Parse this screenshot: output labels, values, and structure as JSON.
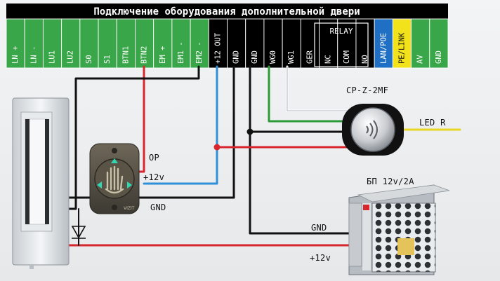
{
  "header": {
    "title": "Подключение оборудования дополнительной двери"
  },
  "relay_label": "RELAY",
  "terminals": [
    {
      "label": "LN +",
      "color": "#3aa64a"
    },
    {
      "label": "LN -",
      "color": "#3aa64a"
    },
    {
      "label": "LU1",
      "color": "#3aa64a"
    },
    {
      "label": "LU2",
      "color": "#3aa64a"
    },
    {
      "label": "S0",
      "color": "#3aa64a"
    },
    {
      "label": "S1",
      "color": "#3aa64a"
    },
    {
      "label": "BTN1",
      "color": "#3aa64a"
    },
    {
      "label": "BTN2",
      "color": "#3aa64a"
    },
    {
      "label": "EM +",
      "color": "#3aa64a"
    },
    {
      "label": "EM1 -",
      "color": "#3aa64a"
    },
    {
      "label": "EM2 -",
      "color": "#3aa64a"
    },
    {
      "label": "+12 OUT",
      "color": "#000000"
    },
    {
      "label": "GND",
      "color": "#000000"
    },
    {
      "label": "GND",
      "color": "#000000"
    },
    {
      "label": "WG0",
      "color": "#000000"
    },
    {
      "label": "WG1",
      "color": "#000000"
    },
    {
      "label": "GER",
      "color": "#000000"
    },
    {
      "label": "NC",
      "color": "#000000"
    },
    {
      "label": "COM",
      "color": "#000000"
    },
    {
      "label": "NO",
      "color": "#000000"
    },
    {
      "label": "LAN/POE",
      "color": "#1f6fc4"
    },
    {
      "label": "PE/LINK",
      "color": "#f2e21c"
    },
    {
      "label": "AV",
      "color": "#3aa64a"
    },
    {
      "label": "GND",
      "color": "#3aa64a"
    }
  ],
  "devices": {
    "reader_label": "CP-Z-2MF",
    "psu_label": "БП 12v/2A",
    "button_brand": "VIZIT",
    "led_r": "LED R",
    "op": "OP",
    "plus12_button": "+12v",
    "gnd_button": "GND",
    "gnd_psu": "GND",
    "plus12_psu": "+12v"
  },
  "colors": {
    "green": "#3aa64a",
    "blue_lan": "#1f6fc4",
    "yellow_pe": "#f2e21c",
    "wire_red": "#d8262e",
    "wire_blue": "#2f8fd8",
    "wire_green": "#2d9a3a",
    "wire_yellow": "#e8d622",
    "wire_black": "#111111",
    "wire_white": "#ffffff"
  }
}
